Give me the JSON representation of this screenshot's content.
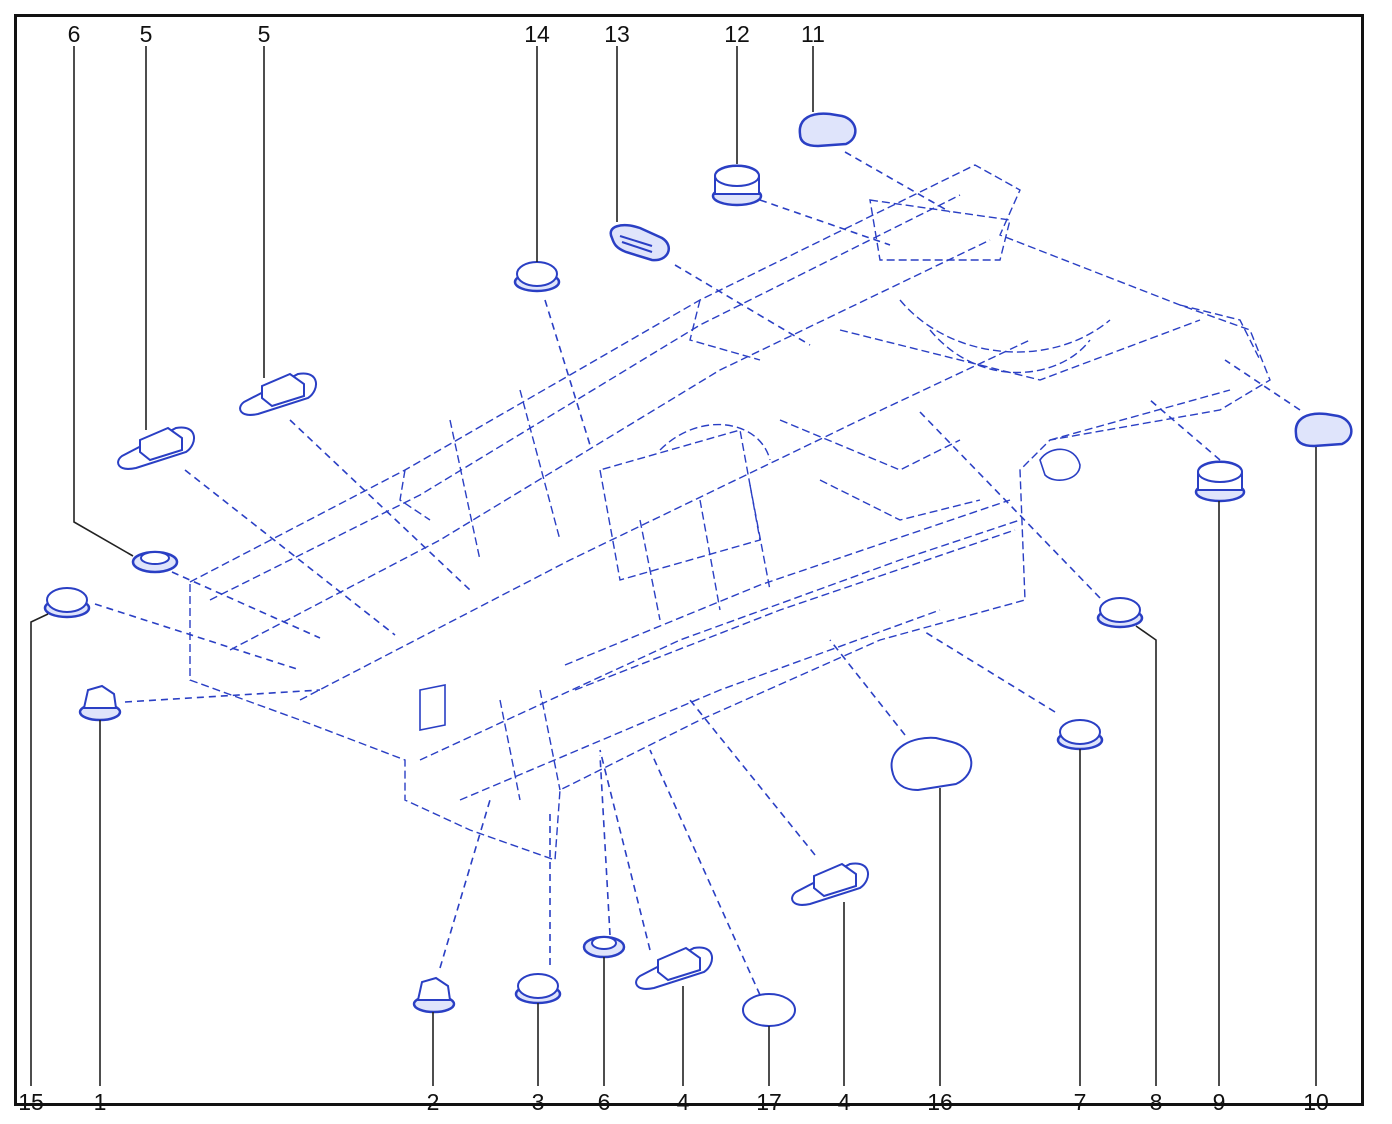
{
  "diagram": {
    "line_color": "#2a3fc4",
    "text_color": "#111111",
    "callouts": [
      {
        "label": "6",
        "side": "top"
      },
      {
        "label": "5",
        "side": "top"
      },
      {
        "label": "5",
        "side": "top"
      },
      {
        "label": "14",
        "side": "top"
      },
      {
        "label": "13",
        "side": "top"
      },
      {
        "label": "12",
        "side": "top"
      },
      {
        "label": "11",
        "side": "top"
      },
      {
        "label": "15",
        "side": "bottom"
      },
      {
        "label": "1",
        "side": "bottom"
      },
      {
        "label": "2",
        "side": "bottom"
      },
      {
        "label": "3",
        "side": "bottom"
      },
      {
        "label": "6",
        "side": "bottom"
      },
      {
        "label": "4",
        "side": "bottom"
      },
      {
        "label": "17",
        "side": "bottom"
      },
      {
        "label": "4",
        "side": "bottom"
      },
      {
        "label": "16",
        "side": "bottom"
      },
      {
        "label": "7",
        "side": "bottom"
      },
      {
        "label": "8",
        "side": "bottom"
      },
      {
        "label": "9",
        "side": "bottom"
      },
      {
        "label": "10",
        "side": "bottom"
      }
    ]
  }
}
